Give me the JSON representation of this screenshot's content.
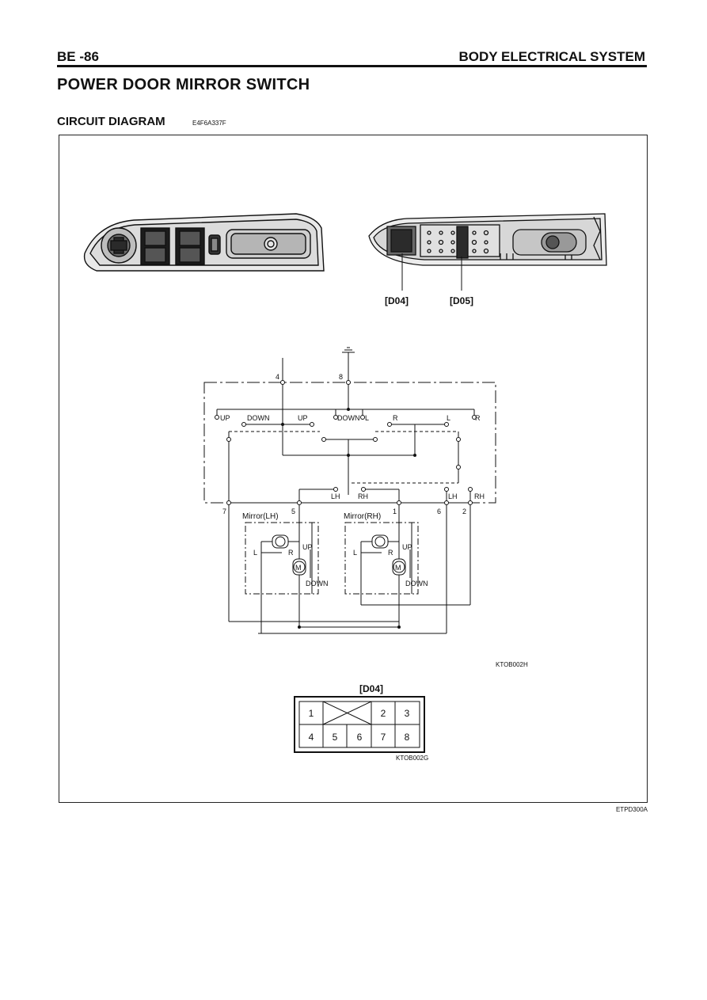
{
  "header": {
    "page_number": "BE -86",
    "section": "BODY ELECTRICAL SYSTEM"
  },
  "page_title": "POWER DOOR MIRROR SWITCH",
  "subsection": {
    "title": "CIRCUIT DIAGRAM",
    "code": "E4F6A337F"
  },
  "photo_labels": {
    "connector_a": "[D04]",
    "connector_b": "[D05]"
  },
  "schematic": {
    "pins_top": [
      "4",
      "8"
    ],
    "switch_labels": [
      "UP",
      "DOWN",
      "UP",
      "DOWN",
      "L",
      "R",
      "L",
      "R"
    ],
    "selector_labels": [
      "LH",
      "RH",
      "LH",
      "RH"
    ],
    "pins_bottom": [
      "7",
      "5",
      "1",
      "6",
      "2"
    ],
    "mirror_lh": {
      "name": "Mirror(LH)",
      "up": "UP",
      "down": "DOWN",
      "left": "L",
      "right": "R",
      "motor": "M"
    },
    "mirror_rh": {
      "name": "Mirror(RH)",
      "up": "UP",
      "down": "DOWN",
      "left": "L",
      "right": "R",
      "motor": "M"
    },
    "figure_code": "KTOB002H"
  },
  "connector": {
    "title": "[D04]",
    "row1": [
      "1",
      "2",
      "3"
    ],
    "row2": [
      "4",
      "5",
      "6",
      "7",
      "8"
    ],
    "figure_code": "KTOB002G"
  },
  "footer_code": "ETPD300A"
}
